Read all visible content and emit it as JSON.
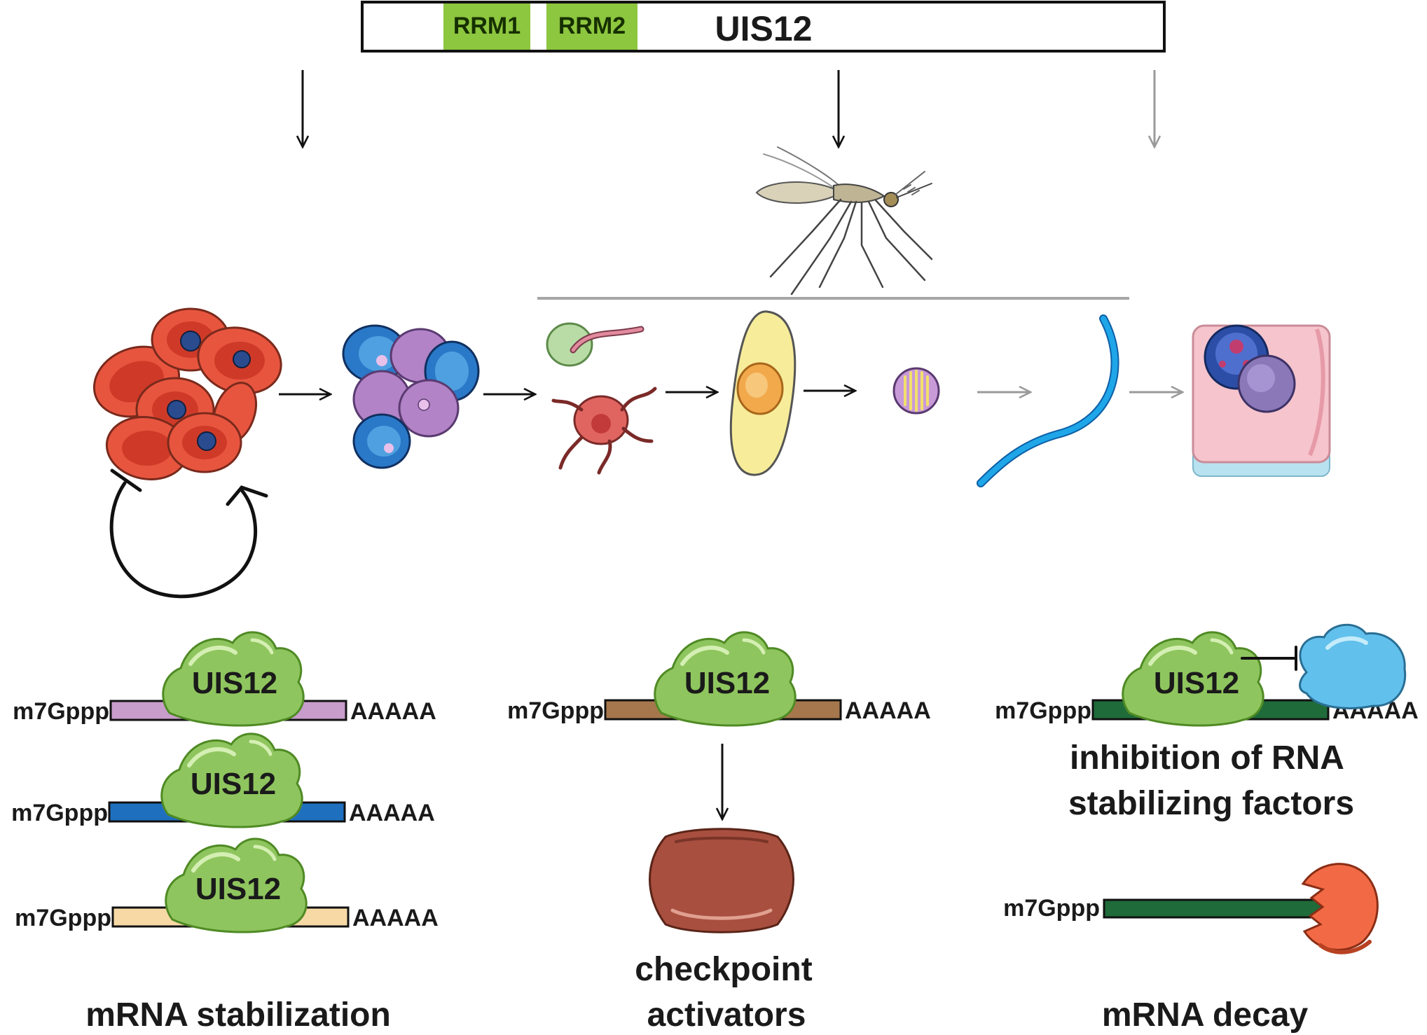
{
  "protein_bar": {
    "name": "UIS12",
    "domains": [
      "RRM1",
      "RRM2"
    ],
    "domain_color": "#8dc63f"
  },
  "labels": {
    "protein": "UIS12",
    "cap": "m7Gppp",
    "tail": "AAAAA"
  },
  "captions": {
    "left": "mRNA stabilization",
    "middle_line1": "checkpoint",
    "middle_line2": "activators",
    "right_line1": "inhibition of RNA",
    "right_line2": "stabilizing factors",
    "right_bottom": "mRNA decay"
  },
  "colors": {
    "protein_green": "#8fc55e",
    "rna_purple": "#c89ccb",
    "rna_blue": "#1f6fbf",
    "rna_peach": "#f7d9a6",
    "rna_brown": "#a6774c",
    "rna_green": "#1f6b3a",
    "stabilizer_blue": "#62c0ec",
    "exonuclease_red": "#f26a45",
    "checkpoint_brown": "#a84f3f"
  },
  "icons": [
    "mosquito-icon",
    "red-blood-cell-cluster-icon",
    "gametocyte-cluster-icon",
    "gametes-icon",
    "ookinete-icon",
    "oocyst-icon",
    "sporozoite-icon",
    "hepatocyte-icon",
    "cycle-arrow-icon",
    "checkpoint-protein-icon",
    "exonuclease-icon",
    "stabilizing-factor-icon"
  ]
}
